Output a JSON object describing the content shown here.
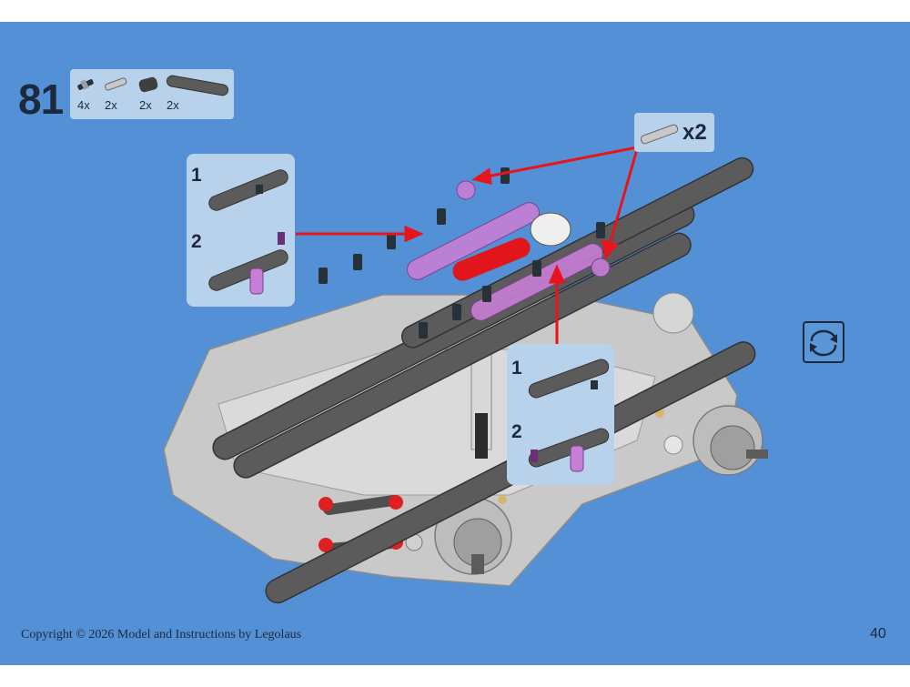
{
  "step": {
    "number": "81"
  },
  "parts_list": [
    {
      "icon": "pin-with-bush-icon",
      "qty": "4x"
    },
    {
      "icon": "axle-pin-icon",
      "qty": "2x"
    },
    {
      "icon": "pin-connector-block-icon",
      "qty": "2x"
    },
    {
      "icon": "liftarm-beam-icon",
      "qty": "2x"
    }
  ],
  "substep_left": {
    "step1": "1",
    "step2": "2"
  },
  "substep_right": {
    "step1": "1",
    "step2": "2"
  },
  "multiplier": {
    "label": "x2",
    "icon": "axle-pin-icon"
  },
  "rotate": {
    "icon": "rotate-model-icon"
  },
  "footer": {
    "copyright": "Copyright © 2026 Model and Instructions by Legolaus",
    "page_number": "40"
  },
  "colors": {
    "background": "#5490d5",
    "callout": "#b9d2ec",
    "arrow": "#e8141c",
    "dark_grey_beam": "#5b5b5b",
    "light_grey": "#c8c8c8",
    "highlight_magenta": "#c77ed6"
  }
}
